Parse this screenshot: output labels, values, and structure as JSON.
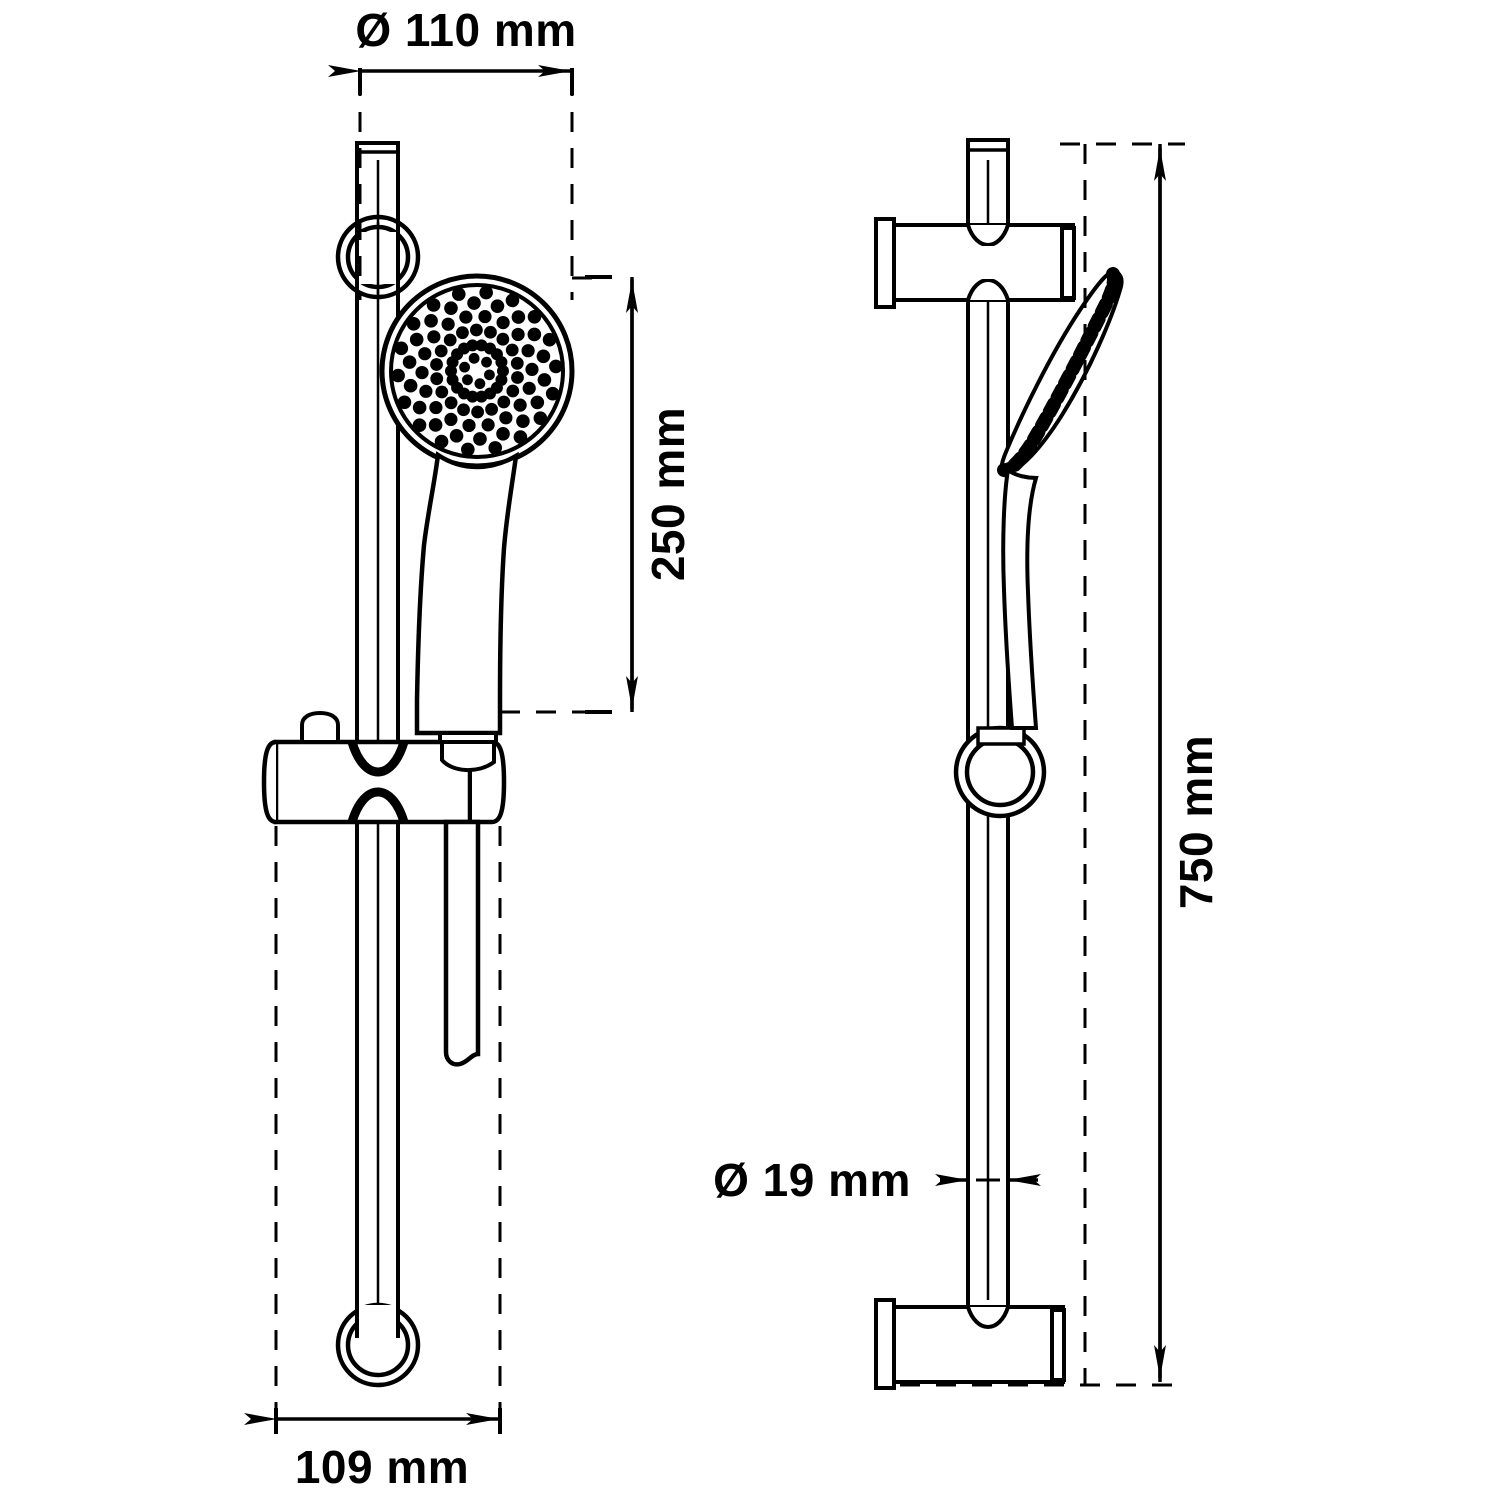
{
  "drawing": {
    "title": "Shower rail set technical drawing",
    "type": "engineering-dimension-drawing",
    "units": "mm",
    "line_color": "#000000",
    "background_color": "#ffffff",
    "views": [
      {
        "name": "front-view",
        "label": ""
      },
      {
        "name": "side-view",
        "label": ""
      }
    ]
  },
  "dimensions": {
    "head_diameter": {
      "label": "Ø 110 mm",
      "value": 110,
      "symbol": "Ø",
      "orientation": "horizontal",
      "view": "front-view",
      "describes": "shower-head-face-diameter"
    },
    "head_height": {
      "label": "250 mm",
      "value": 250,
      "orientation": "vertical-rotated",
      "view": "front-view",
      "describes": "handset-overall-length"
    },
    "rail_length": {
      "label": "750 mm",
      "value": 750,
      "orientation": "vertical-rotated",
      "view": "side-view",
      "describes": "slide-rail-overall-height"
    },
    "rod_diameter": {
      "label": "Ø 19 mm",
      "value": 19,
      "symbol": "Ø",
      "orientation": "horizontal",
      "view": "side-view",
      "describes": "slide-rail-tube-diameter"
    },
    "bracket_offset": {
      "label": "109 mm",
      "value": 109,
      "orientation": "horizontal",
      "view": "front-view",
      "describes": "overall-projection-width"
    }
  },
  "parts": {
    "slide_rail": "slide-rail-rod",
    "top_bracket": "top-wall-bracket",
    "bottom_bracket": "bottom-wall-bracket",
    "slider": "adjustable-slider-holder",
    "handset": "hand-shower-handset",
    "spray_face": "shower-spray-face",
    "hose": "shower-hose"
  }
}
